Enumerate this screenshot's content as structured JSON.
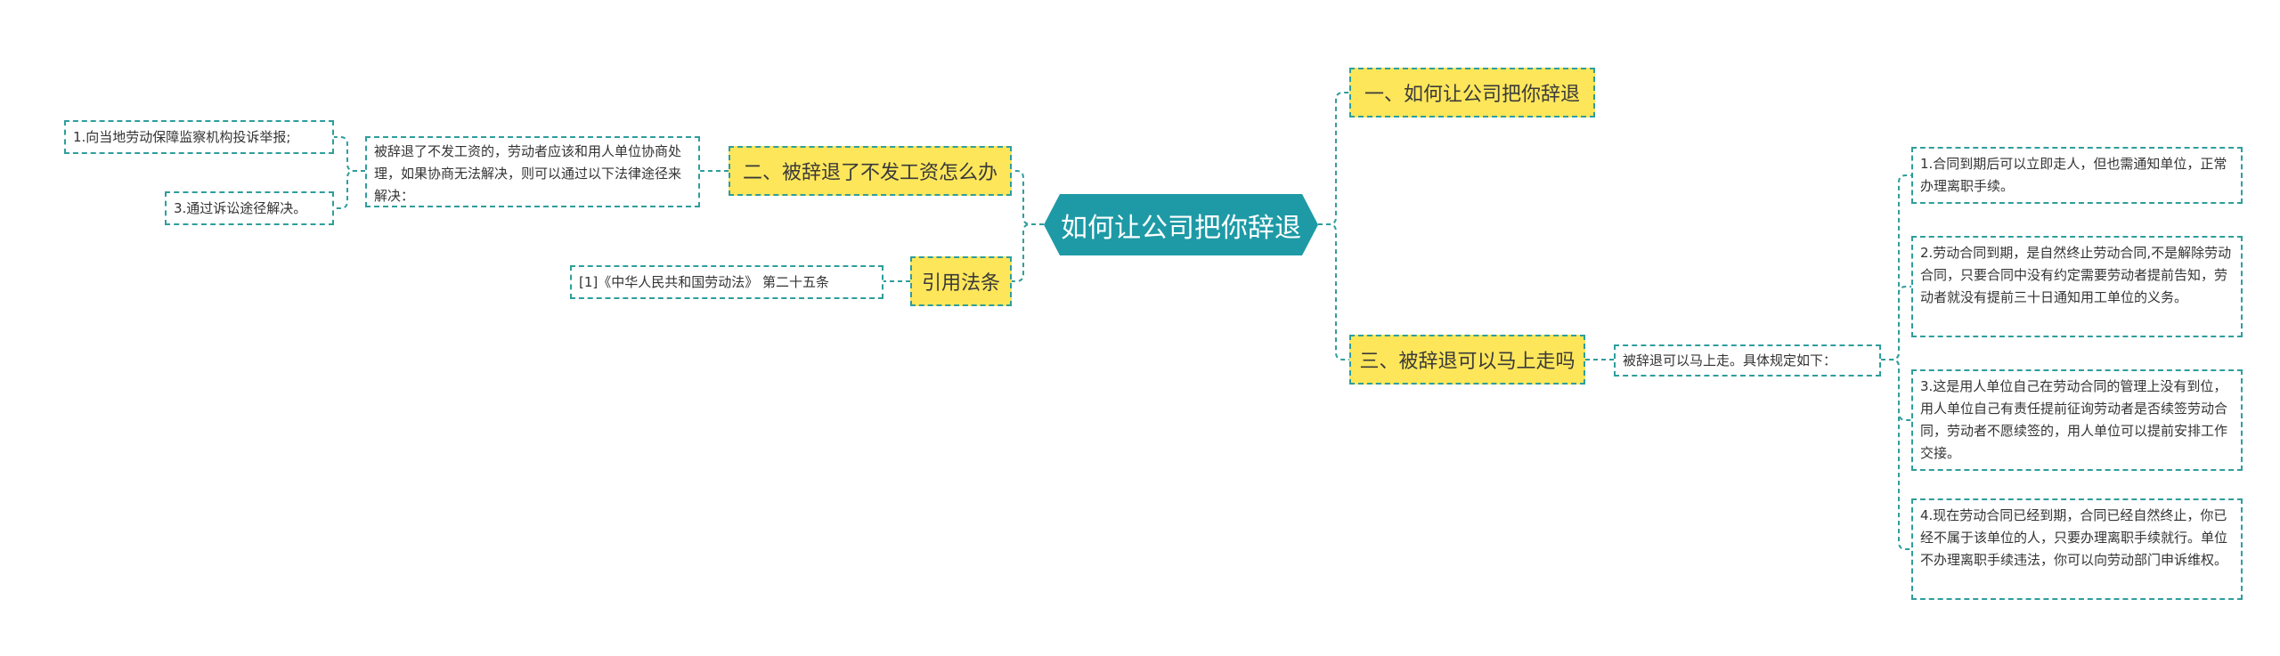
{
  "central": {
    "label": "如何让公司把你辞退"
  },
  "branches": {
    "b1": "一、如何让公司把你辞退",
    "b2": "二、被辞退了不发工资怎么办",
    "b3": "三、被辞退可以马上走吗",
    "b4": "引用法条"
  },
  "b2_detail": "被辞退了不发工资的，劳动者应该和用人单位协商处理，如果协商无法解决，则可以通过以下法律途径来解决：",
  "b2_items": [
    "1.向当地劳动保障监察机构投诉举报;",
    "3.通过诉讼途径解决。"
  ],
  "b3_detail": "被辞退可以马上走。具体规定如下：",
  "b3_items": [
    "1.合同到期后可以立即走人，但也需通知单位，正常办理离职手续。",
    "2.劳动合同到期，是自然终止劳动合同,不是解除劳动合同，只要合同中没有约定需要劳动者提前告知，劳动者就没有提前三十日通知用工单位的义务。",
    "3.这是用人单位自己在劳动合同的管理上没有到位，用人单位自己有责任提前征询劳动者是否续签劳动合同，劳动者不愿续签的，用人单位可以提前安排工作交接。",
    "4.现在劳动合同已经到期，合同已经自然终止，你已经不属于该单位的人，只要办理离职手续就行。单位不办理离职手续违法，你可以向劳动部门申诉维权。"
  ],
  "b4_items": [
    "[1]《中华人民共和国劳动法》 第二十五条"
  ],
  "colors": {
    "central_fill": "#1e9aa6",
    "branch_fill": "#fde65a",
    "border": "#2e9e9c",
    "edge": "#2e9e9c"
  }
}
